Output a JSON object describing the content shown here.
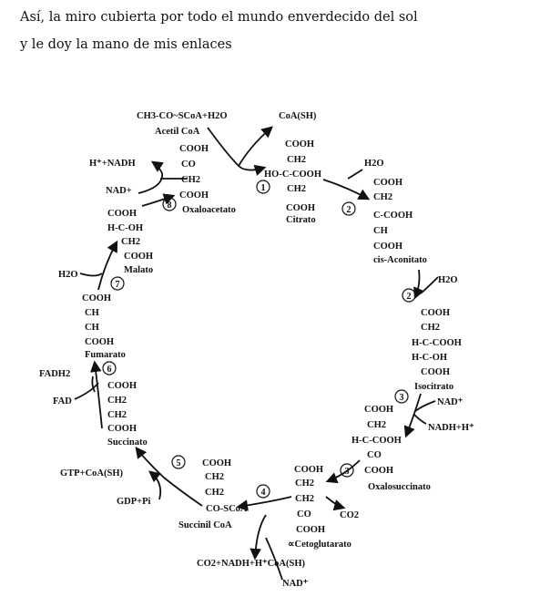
{
  "caption": {
    "line1": "Así, la miro cubierta por todo el mundo enverdecido del sol",
    "line2": "y le doy la mano de mis enlaces"
  },
  "cycle": {
    "acetyl": {
      "formula": "CH3-CO~SCoA+H2O",
      "name": "Acetil CoA"
    },
    "coa_sh": "CoA(SH)",
    "oxaloacetate": {
      "lines": [
        "COOH",
        "CO",
        "CH2",
        "COOH"
      ],
      "name": "Oxaloacetato"
    },
    "nadh_top": "H⁺+NADH",
    "nad_top": "NAD+",
    "citrate": {
      "lines": [
        "COOH",
        "CH2",
        "HO-C-COOH",
        "CH2",
        "COOH"
      ],
      "name": "Citrato"
    },
    "h2o_1": "H2O",
    "cis_aconitate": {
      "lines": [
        "COOH",
        "CH2",
        "C-COOH",
        "CH",
        "COOH"
      ],
      "name": "cis-Aconitato"
    },
    "h2o_2": "H2O",
    "isocitrate": {
      "lines": [
        "COOH",
        "CH2",
        "H-C-COOH",
        "H-C-OH",
        "COOH"
      ],
      "name": "Isocitrato"
    },
    "nad_3": "NAD⁺",
    "nadh_3": "NADH+H⁺",
    "oxalosuccinate_a": {
      "lines": [
        "COOH",
        "CH2",
        "H-C-COOH",
        "CO",
        "COOH"
      ]
    },
    "oxalosuccinate_b": {
      "lines": [
        "COOH",
        "CH2",
        "CH2",
        "CO",
        "COOH"
      ],
      "name": "Oxalosuccinato"
    },
    "co2": "CO2",
    "ketoglutarate": {
      "name": "∝Cetoglutarato"
    },
    "step4_products": "CO2+NADH+H⁺CoA(SH)",
    "nad_4": "NAD⁺",
    "succinyl": {
      "lines": [
        "COOH",
        "CH2",
        "CH2",
        "CO-SCoA"
      ],
      "name": "Succinil CoA"
    },
    "gtp": "GTP+CoA(SH)",
    "gdp": "GDP+Pi",
    "succinate": {
      "lines": [
        "COOH",
        "CH2",
        "CH2",
        "COOH"
      ],
      "name": "Succinato"
    },
    "fadh2": "FADH2",
    "fad": "FAD",
    "fumarate": {
      "lines": [
        "COOH",
        "CH",
        "CH",
        "COOH"
      ],
      "name": "Fumarato"
    },
    "h2o_7": "H2O",
    "malate": {
      "lines": [
        "COOH",
        "H-C-OH",
        "CH2",
        "COOH"
      ],
      "name": "Malato"
    },
    "steps": [
      "1",
      "2",
      "2",
      "3",
      "3",
      "4",
      "5",
      "6",
      "7",
      "8"
    ]
  }
}
